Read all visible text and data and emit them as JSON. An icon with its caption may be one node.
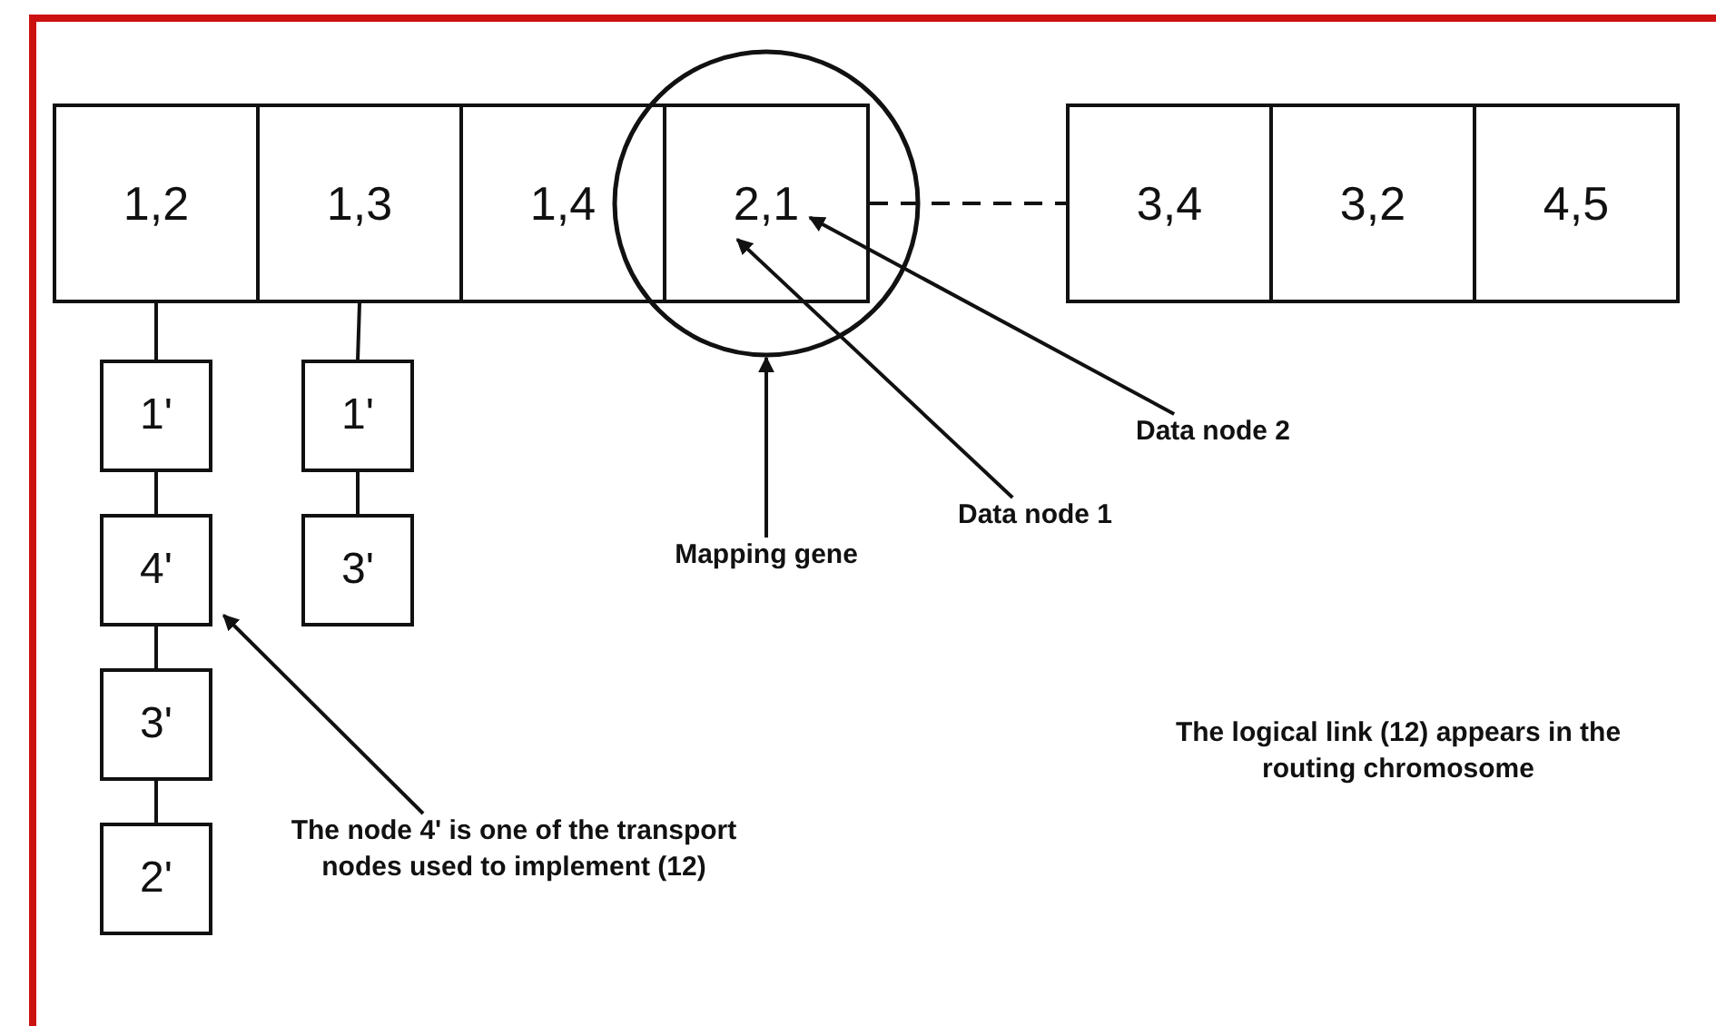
{
  "diagram": {
    "nodes": [
      {
        "text": [
          "1,2"
        ]
      },
      {
        "text": [
          "1,3"
        ]
      },
      {
        "text": [
          "1,4"
        ]
      },
      {
        "text": [],
        "shape": "circle"
      },
      {
        "text": [
          "2,1"
        ],
        "in": 3
      },
      {
        "text": [
          "3,4"
        ]
      },
      {
        "text": [
          "3,2"
        ]
      },
      {
        "text": [
          "4,5"
        ]
      },
      {
        "text": [
          "1'"
        ]
      },
      {
        "text": [
          "4'"
        ]
      },
      {
        "text": [
          "3'"
        ]
      },
      {
        "text": [
          "2'"
        ]
      },
      {
        "text": [
          "1'"
        ]
      },
      {
        "text": [
          "3'"
        ]
      },
      {
        "text": [
          "Mapping gene"
        ]
      },
      {
        "text": [
          "Data node 1"
        ]
      },
      {
        "text": [
          "Data node 2"
        ]
      },
      {
        "text": [
          "The node 4' is one of the transport nodes used to implement (12)"
        ]
      }
    ],
    "edges": [
      {
        "from": 4,
        "to": 5,
        "arrow": "none",
        "style": "dashed"
      },
      {
        "from": 0,
        "to": 8,
        "arrow": "none"
      },
      {
        "from": 8,
        "to": 9,
        "arrow": "none"
      },
      {
        "from": 9,
        "to": 10,
        "arrow": "none"
      },
      {
        "from": 10,
        "to": 11,
        "arrow": "none"
      },
      {
        "from": 1,
        "to": 12,
        "arrow": "none"
      },
      {
        "from": 12,
        "to": 13,
        "arrow": "none"
      },
      {
        "from": 14,
        "to": 3,
        "arrow": "to"
      },
      {
        "from": 15,
        "to": 4,
        "arrow": "to"
      },
      {
        "from": 16,
        "to": 4,
        "arrow": "to"
      },
      {
        "from": 17,
        "to": 9,
        "arrow": "to"
      }
    ],
    "labels": [
      "The logical link (12) appears in the routing chromosome"
    ]
  }
}
